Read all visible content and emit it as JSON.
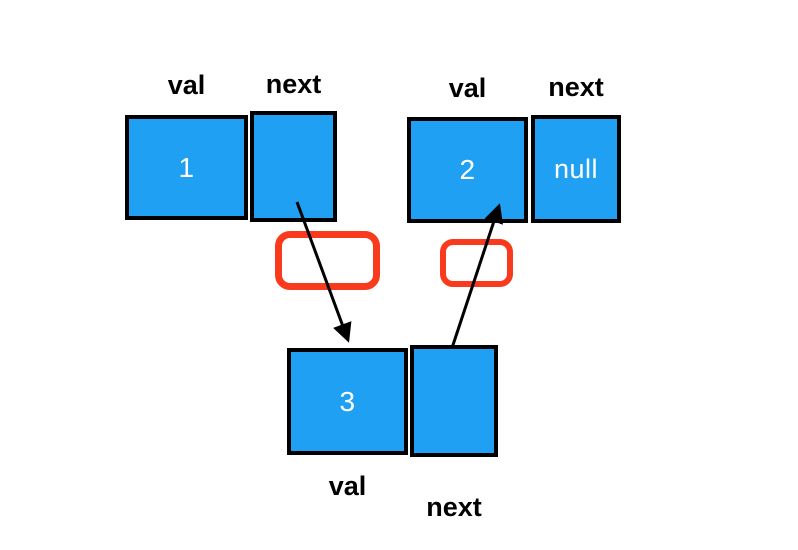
{
  "colors": {
    "cell_fill": "#1FA0F2",
    "cell_border": "#000000",
    "cell_text": "#FFFFFF",
    "label_text": "#000000",
    "highlight_border": "#FA3A1D",
    "arrow": "#000000",
    "background": "#FFFFFF"
  },
  "nodes": [
    {
      "name": "node-1",
      "val": "1",
      "next": "",
      "val_label": "val",
      "next_label": "next",
      "labels_position": "above"
    },
    {
      "name": "node-2",
      "val": "2",
      "next": "null",
      "val_label": "val",
      "next_label": "next",
      "labels_position": "above"
    },
    {
      "name": "node-3",
      "val": "3",
      "next": "",
      "val_label": "val",
      "next_label": "next",
      "labels_position": "below"
    }
  ],
  "arrows": [
    {
      "name": "arrow-node1-next-to-node3-val",
      "from": "node-1.next",
      "to": "node-3.val"
    },
    {
      "name": "arrow-node3-next-to-node2-val",
      "from": "node-3.next",
      "to": "node-2.val"
    }
  ],
  "highlights": [
    {
      "name": "highlight-box-left",
      "contents": ""
    },
    {
      "name": "highlight-box-right",
      "contents": ""
    }
  ]
}
